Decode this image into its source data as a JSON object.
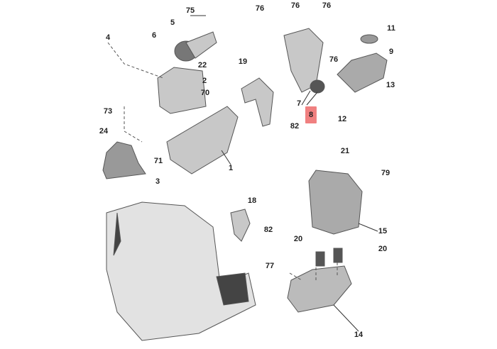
{
  "diagram": {
    "highlight_color": "#f08080",
    "callouts": [
      {
        "id": "75",
        "text": "75"
      },
      {
        "id": "76a",
        "text": "76"
      },
      {
        "id": "76b",
        "text": "76"
      },
      {
        "id": "76c",
        "text": "76"
      },
      {
        "id": "4",
        "text": "4"
      },
      {
        "id": "6",
        "text": "6"
      },
      {
        "id": "5",
        "text": "5"
      },
      {
        "id": "11",
        "text": "11"
      },
      {
        "id": "9",
        "text": "9"
      },
      {
        "id": "22",
        "text": "22"
      },
      {
        "id": "2",
        "text": "2"
      },
      {
        "id": "19",
        "text": "19"
      },
      {
        "id": "76d",
        "text": "76"
      },
      {
        "id": "13",
        "text": "13"
      },
      {
        "id": "70",
        "text": "70"
      },
      {
        "id": "7",
        "text": "7"
      },
      {
        "id": "8",
        "text": "8",
        "highlighted": true
      },
      {
        "id": "73",
        "text": "73"
      },
      {
        "id": "82a",
        "text": "82"
      },
      {
        "id": "12",
        "text": "12"
      },
      {
        "id": "24",
        "text": "24"
      },
      {
        "id": "71",
        "text": "71"
      },
      {
        "id": "1",
        "text": "1"
      },
      {
        "id": "21",
        "text": "21"
      },
      {
        "id": "3",
        "text": "3"
      },
      {
        "id": "79",
        "text": "79"
      },
      {
        "id": "18",
        "text": "18"
      },
      {
        "id": "82b",
        "text": "82"
      },
      {
        "id": "15",
        "text": "15"
      },
      {
        "id": "20a",
        "text": "20"
      },
      {
        "id": "20b",
        "text": "20"
      },
      {
        "id": "77",
        "text": "77"
      },
      {
        "id": "14",
        "text": "14"
      }
    ]
  }
}
